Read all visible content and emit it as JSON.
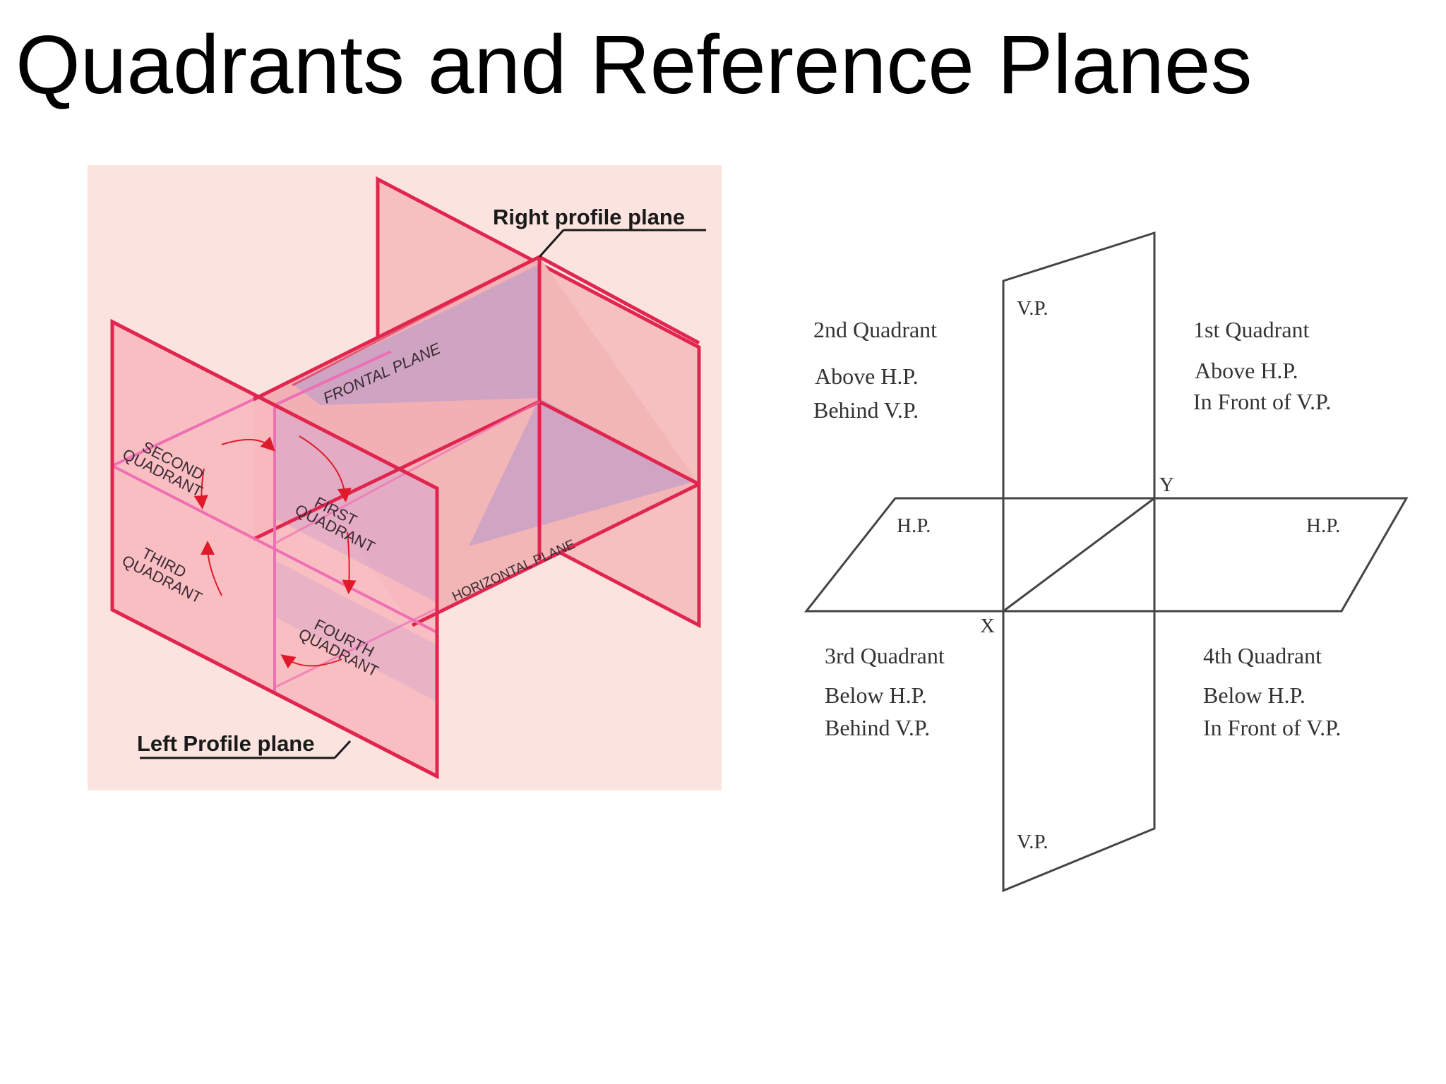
{
  "slide": {
    "title": "Quadrants and Reference Planes"
  },
  "left_figure": {
    "right_profile_label": "Right profile plane",
    "left_profile_label": "Left Profile plane",
    "frontal_plane_label": "FRONTAL PLANE",
    "horizontal_plane_label": "HORIZONTAL PLANE",
    "quadrants": [
      {
        "line1": "SECOND",
        "line2": "QUADRANT"
      },
      {
        "line1": "FIRST",
        "line2": "QUADRANT"
      },
      {
        "line1": "THIRD",
        "line2": "QUADRANT"
      },
      {
        "line1": "FOURTH",
        "line2": "QUADRANT"
      }
    ],
    "colors": {
      "background": "#fbe3df",
      "plane_fill": "#f6b9b9",
      "plane_edge": "#e0264f",
      "shaded_fill": "#c9a1c6",
      "inner_line": "#ef6fb4",
      "arrow": "#e01a2a"
    }
  },
  "right_figure": {
    "vp_top_label": "V.P.",
    "vp_bottom_label": "V.P.",
    "hp_left_label": "H.P.",
    "hp_right_label": "H.P.",
    "x_label": "X",
    "y_label": "Y",
    "quadrants": {
      "second": {
        "title": "2nd Quadrant",
        "line1": "Above H.P.",
        "line2": "Behind V.P."
      },
      "first": {
        "title": "1st Quadrant",
        "line1": "Above H.P.",
        "line2": "In Front of V.P."
      },
      "third": {
        "title": "3rd Quadrant",
        "line1": "Below H.P.",
        "line2": "Behind V.P."
      },
      "fourth": {
        "title": "4th Quadrant",
        "line1": "Below H.P.",
        "line2": "In Front of V.P."
      }
    }
  }
}
